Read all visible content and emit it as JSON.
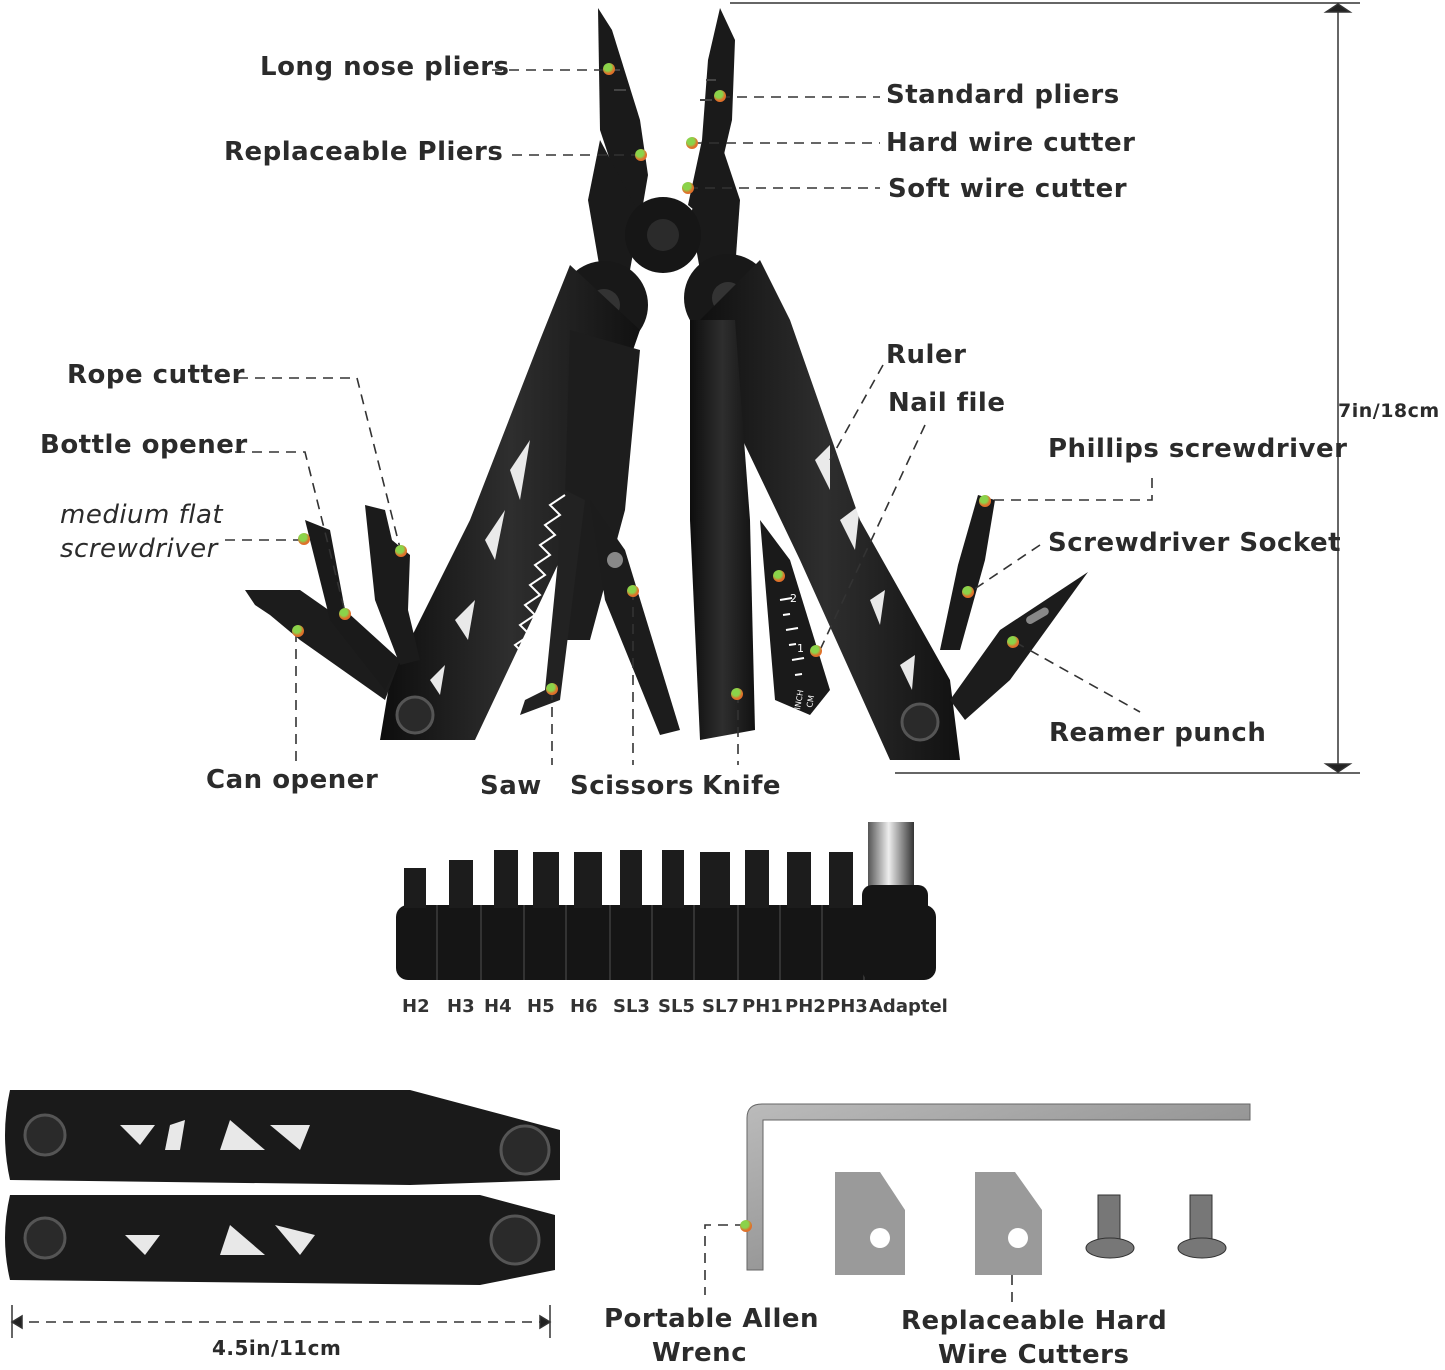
{
  "labels": {
    "long_nose_pliers": "Long nose pliers",
    "standard_pliers": "Standard pliers",
    "replaceable_pliers": "Replaceable Pliers",
    "hard_wire_cutter": "Hard wire cutter",
    "soft_wire_cutter": "Soft wire cutter",
    "ruler": "Ruler",
    "nail_file": "Nail file",
    "rope_cutter": "Rope cutter",
    "bottle_opener": "Bottle opener",
    "medium_flat_1": "medium flat",
    "medium_flat_2": "screwdriver",
    "phillips_screwdriver": "Phillips screwdriver",
    "screwdriver_socket": "Screwdriver Socket",
    "reamer_punch": "Reamer punch",
    "can_opener": "Can opener",
    "saw": "Saw",
    "scissors": "Scissors",
    "knife": "Knife",
    "height_dim": "7in/18cm",
    "width_dim": "4.5in/11cm",
    "allen_1": "Portable Allen",
    "allen_2": "Wrenc",
    "hard_cutters_1": "Replaceable Hard",
    "hard_cutters_2": "Wire Cutters"
  },
  "bits": [
    "H2",
    "H3",
    "H4",
    "H5",
    "H6",
    "SL3",
    "SL5",
    "SL7",
    "PH1",
    "PH2",
    "PH3",
    "Adaptel"
  ],
  "ruler_marks": [
    "1",
    "2",
    "INCH",
    "CM"
  ],
  "colors": {
    "tool": "#1c1c1c",
    "dot_green": "#8bd34a",
    "dot_orange": "#e0702a",
    "leader": "#333333"
  }
}
